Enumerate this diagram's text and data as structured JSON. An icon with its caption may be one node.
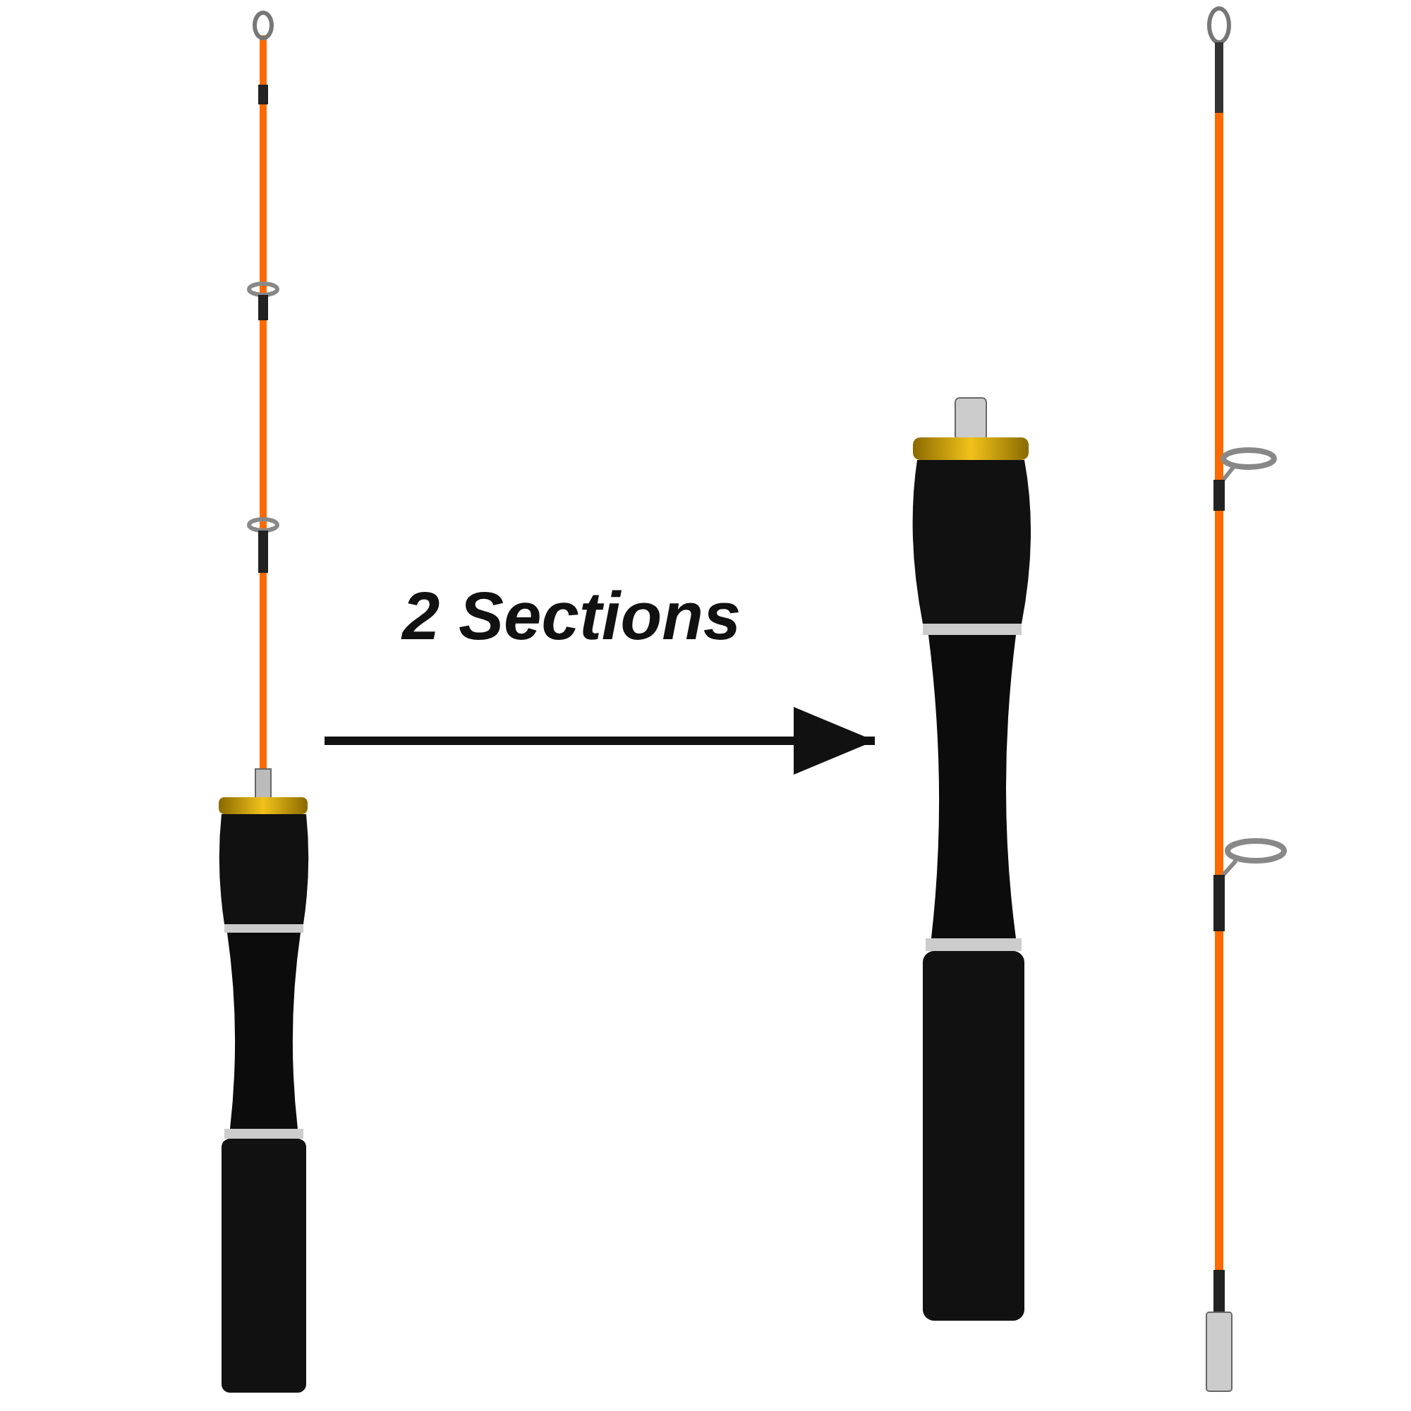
{
  "diagram": {
    "nodes": [
      {
        "text": [],
        "shape": "picture"
      },
      {
        "text": [],
        "shape": "picture"
      },
      {
        "text": [],
        "shape": "picture"
      }
    ],
    "edges": [
      {
        "from": 0,
        "to": 1,
        "arrow": "to",
        "label": "2 Sections"
      }
    ]
  }
}
